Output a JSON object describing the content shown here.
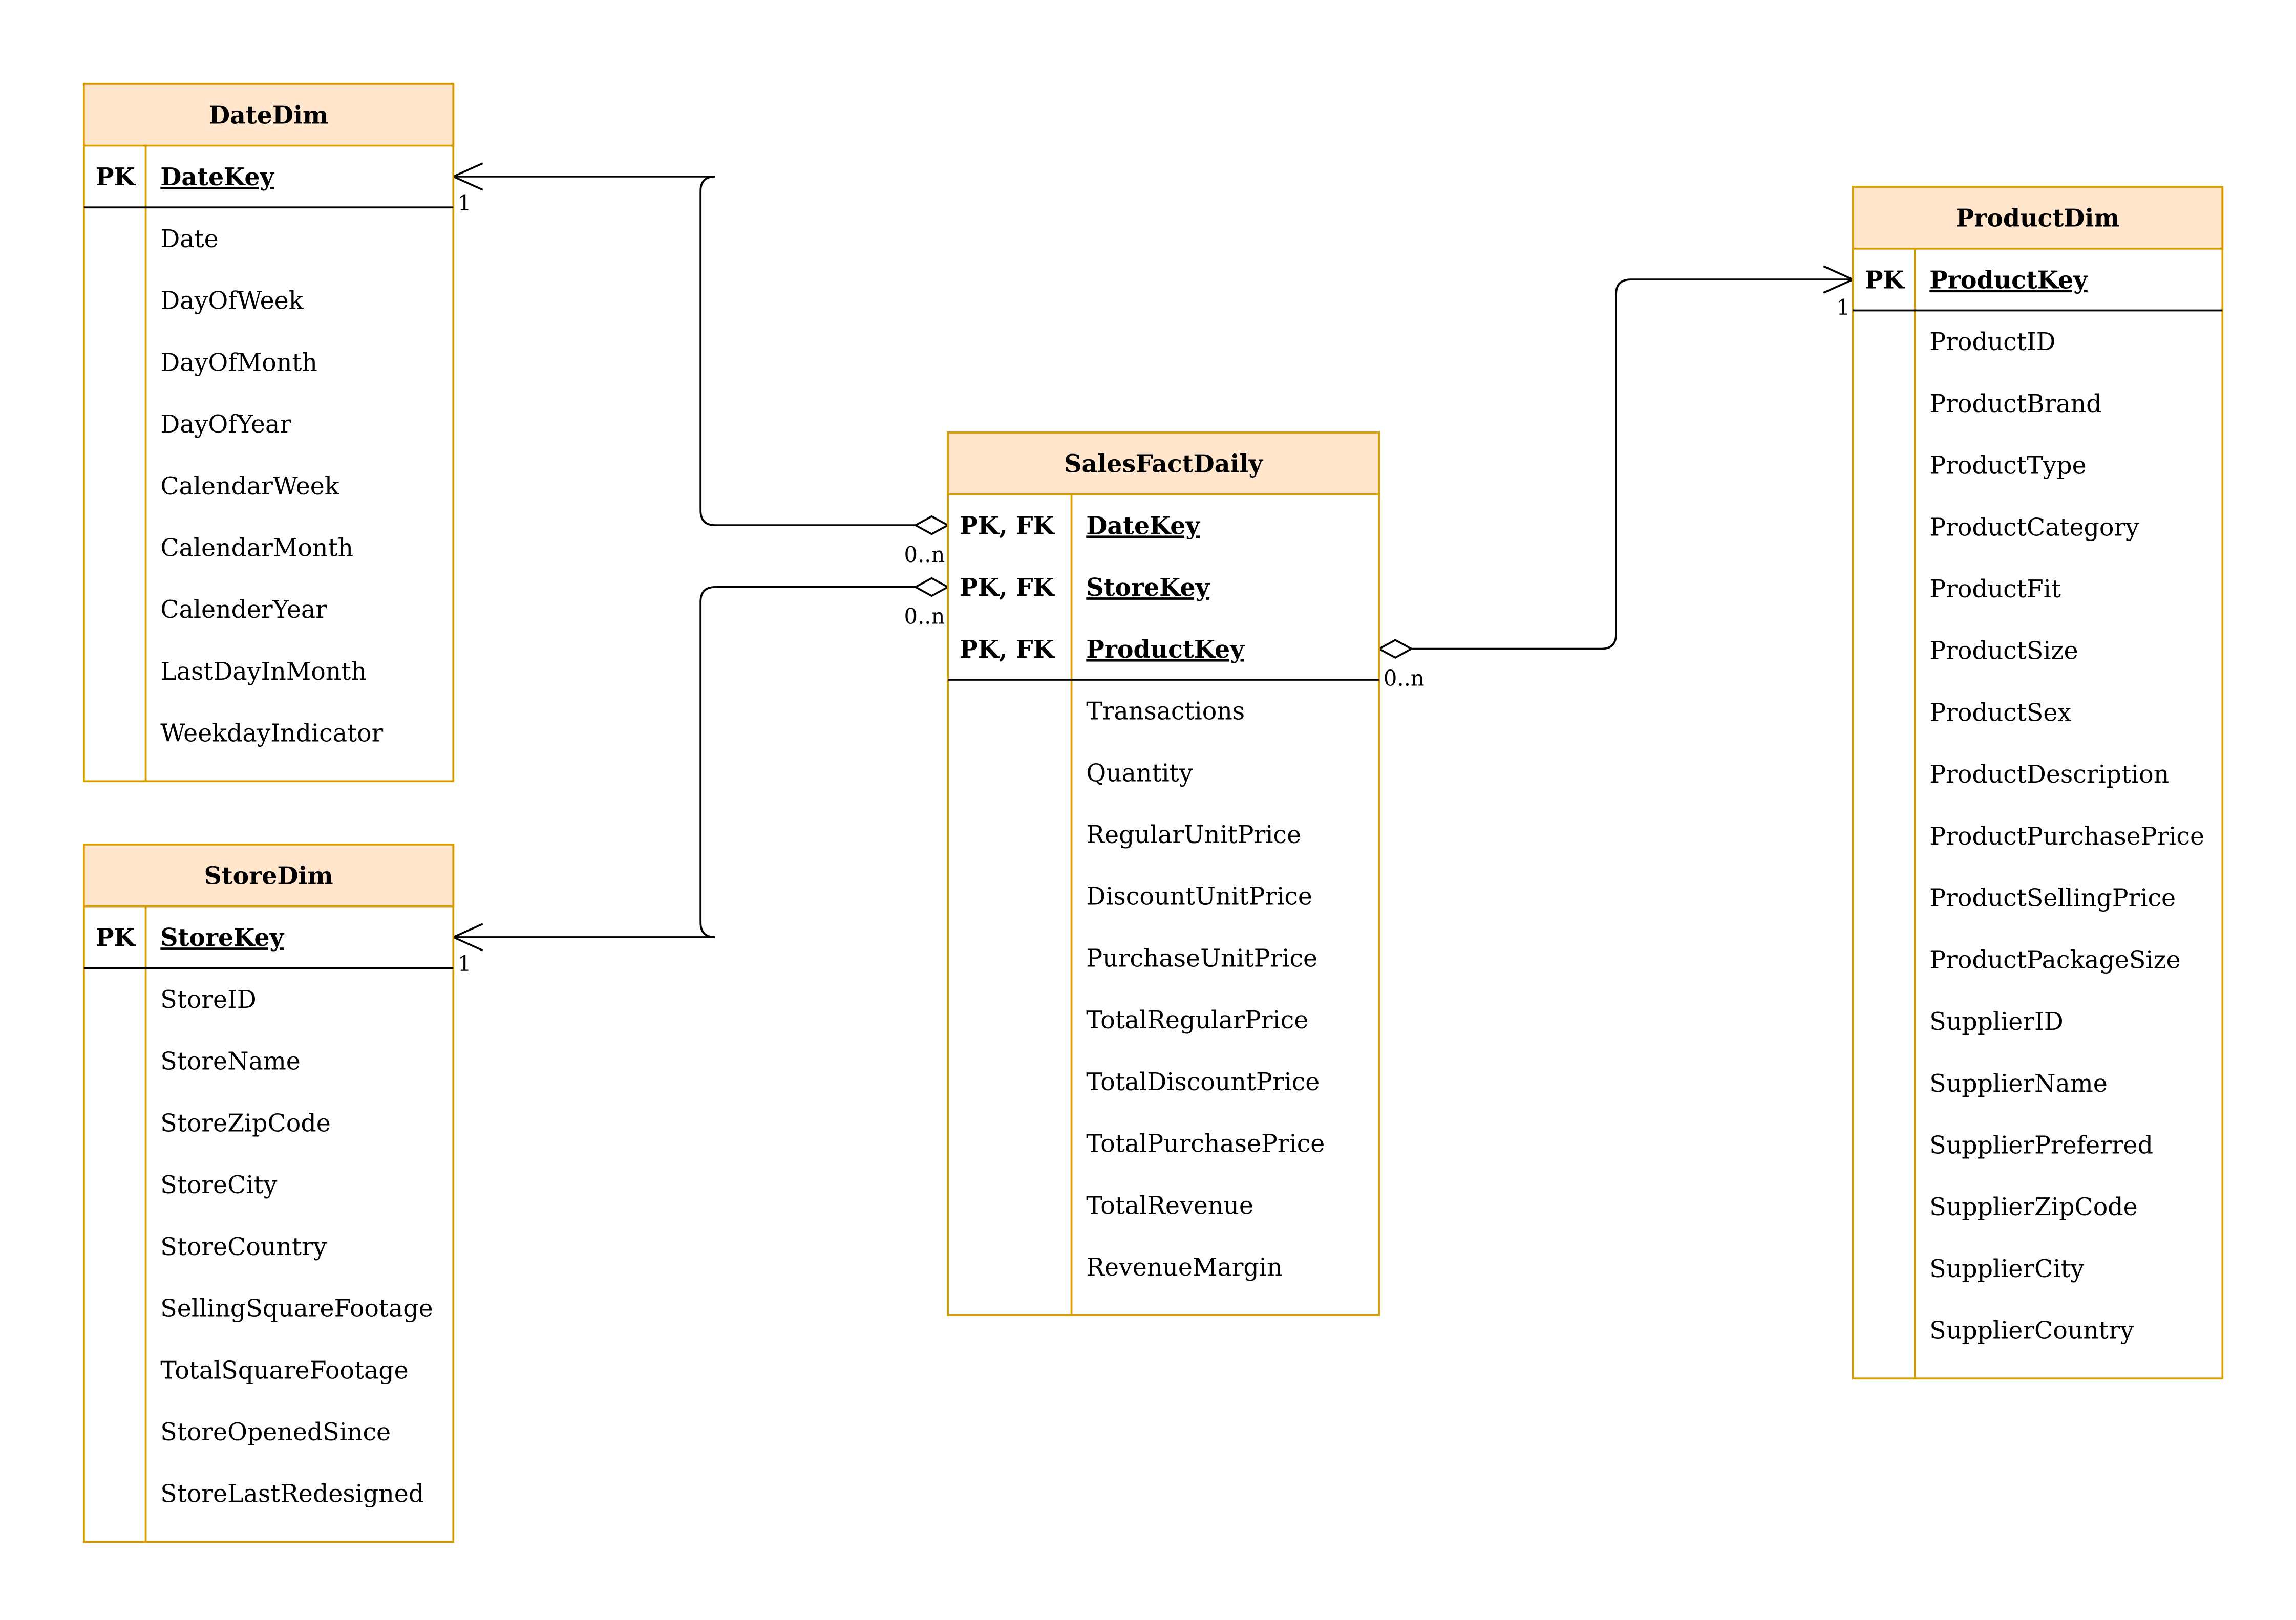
{
  "colors": {
    "table_border": "#d79b00",
    "table_header_fill": "#ffe6cc",
    "line": "#000000",
    "background": "#ffffff"
  },
  "tables": [
    {
      "id": "datedim",
      "name": "DateDim",
      "keys": [
        {
          "type": "PK",
          "field": "DateKey"
        }
      ],
      "fields": [
        "Date",
        "DayOfWeek",
        "DayOfMonth",
        "DayOfYear",
        "CalendarWeek",
        "CalendarMonth",
        "CalenderYear",
        "LastDayInMonth",
        "WeekdayIndicator"
      ]
    },
    {
      "id": "storedim",
      "name": "StoreDim",
      "keys": [
        {
          "type": "PK",
          "field": "StoreKey"
        }
      ],
      "fields": [
        "StoreID",
        "StoreName",
        "StoreZipCode",
        "StoreCity",
        "StoreCountry",
        "SellingSquareFootage",
        "TotalSquareFootage",
        "StoreOpenedSince",
        "StoreLastRedesigned"
      ]
    },
    {
      "id": "salesfactdaily",
      "name": "SalesFactDaily",
      "keys": [
        {
          "type": "PK, FK",
          "field": "DateKey"
        },
        {
          "type": "PK, FK",
          "field": "StoreKey"
        },
        {
          "type": "PK, FK",
          "field": "ProductKey"
        }
      ],
      "fields": [
        "Transactions",
        "Quantity",
        "RegularUnitPrice",
        "DiscountUnitPrice",
        "PurchaseUnitPrice",
        "TotalRegularPrice",
        "TotalDiscountPrice",
        "TotalPurchasePrice",
        "TotalRevenue",
        "RevenueMargin"
      ]
    },
    {
      "id": "productdim",
      "name": "ProductDim",
      "keys": [
        {
          "type": "PK",
          "field": "ProductKey"
        }
      ],
      "fields": [
        "ProductID",
        "ProductBrand",
        "ProductType",
        "ProductCategory",
        "ProductFit",
        "ProductSize",
        "ProductSex",
        "ProductDescription",
        "ProductPurchasePrice",
        "ProductSellingPrice",
        "ProductPackageSize",
        "SupplierID",
        "SupplierName",
        "SupplierPreferred",
        "SupplierZipCode",
        "SupplierCity",
        "SupplierCountry"
      ]
    }
  ],
  "relationships": [
    {
      "id": "fact-date",
      "from_table": "salesfactdaily",
      "from_field": "DateKey",
      "to_table": "datedim",
      "to_field": "DateKey",
      "from_multiplicity": "0..n",
      "to_multiplicity": "1",
      "from_marker": "diamond",
      "to_marker": "open-arrow"
    },
    {
      "id": "fact-store",
      "from_table": "salesfactdaily",
      "from_field": "StoreKey",
      "to_table": "storedim",
      "to_field": "StoreKey",
      "from_multiplicity": "0..n",
      "to_multiplicity": "1",
      "from_marker": "diamond",
      "to_marker": "open-arrow"
    },
    {
      "id": "fact-product",
      "from_table": "salesfactdaily",
      "from_field": "ProductKey",
      "to_table": "productdim",
      "to_field": "ProductKey",
      "from_multiplicity": "0..n",
      "to_multiplicity": "1",
      "from_marker": "diamond",
      "to_marker": "open-arrow"
    }
  ]
}
